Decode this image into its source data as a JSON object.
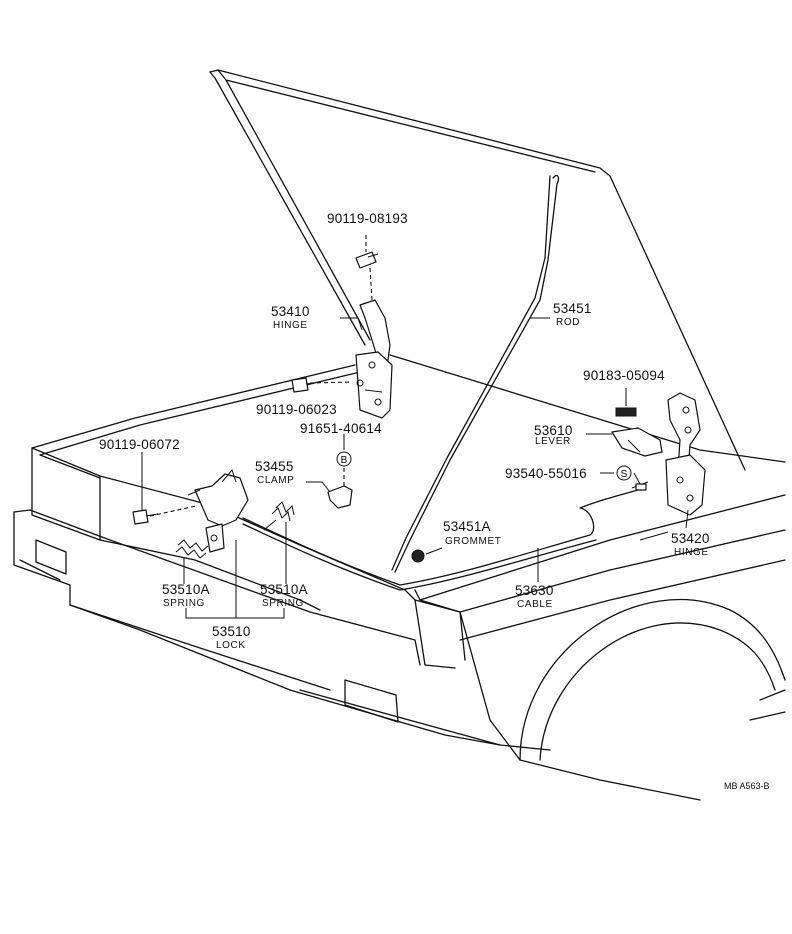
{
  "callouts": {
    "bolt_upper": {
      "number": "90119-08193"
    },
    "hinge_left": {
      "number": "53410",
      "name": "HINGE"
    },
    "rod": {
      "number": "53451",
      "name": "ROD"
    },
    "bolt_hinge": {
      "number": "90119-06023"
    },
    "clip": {
      "number": "91651-40614",
      "symbol": "B"
    },
    "clamp": {
      "number": "53455",
      "name": "CLAMP"
    },
    "bolt_lock": {
      "number": "90119-06072"
    },
    "nut": {
      "number": "90183-05094"
    },
    "lever": {
      "number": "53610",
      "name": "LEVER"
    },
    "screw": {
      "number": "93540-55016",
      "symbol": "S"
    },
    "grommet": {
      "number": "53451A",
      "name": "GROMMET"
    },
    "hinge_right": {
      "number": "53420",
      "name": "HINGE"
    },
    "spring_left": {
      "number": "53510A",
      "name": "SPRING"
    },
    "spring_right": {
      "number": "53510A",
      "name": "SPRING"
    },
    "cable": {
      "number": "53630",
      "name": "CABLE"
    },
    "lock": {
      "number": "53510",
      "name": "LOCK"
    }
  },
  "figure_ref": "MB  A563-B"
}
